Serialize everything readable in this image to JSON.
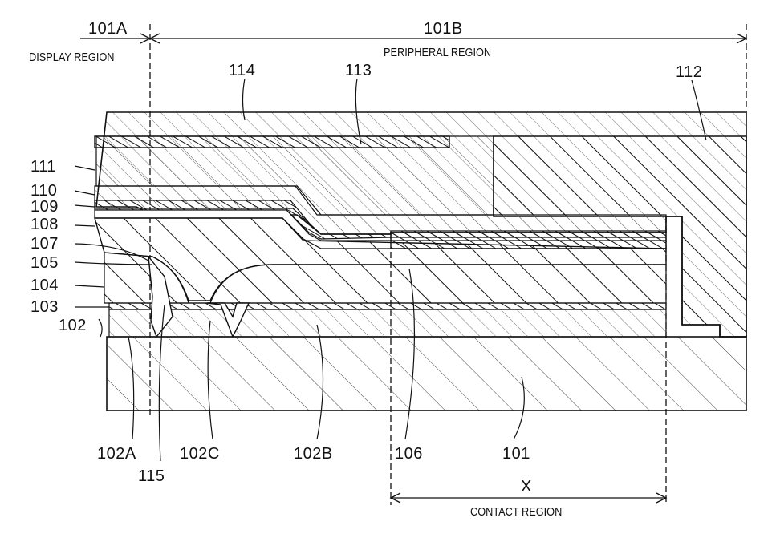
{
  "regions": {
    "display_ref": "101A",
    "display_name": "DISPLAY REGION",
    "peripheral_ref": "101B",
    "peripheral_name": "PERIPHERAL REGION",
    "contact_ref": "X",
    "contact_name": "CONTACT REGION"
  },
  "labels": {
    "l114": "114",
    "l113": "113",
    "l112": "112",
    "l111": "111",
    "l110": "110",
    "l109": "109",
    "l108": "108",
    "l107": "107",
    "l105": "105",
    "l104": "104",
    "l103": "103",
    "l102": "102",
    "l102A": "102A",
    "l115": "115",
    "l102C": "102C",
    "l102B": "102B",
    "l106": "106",
    "l101": "101"
  }
}
